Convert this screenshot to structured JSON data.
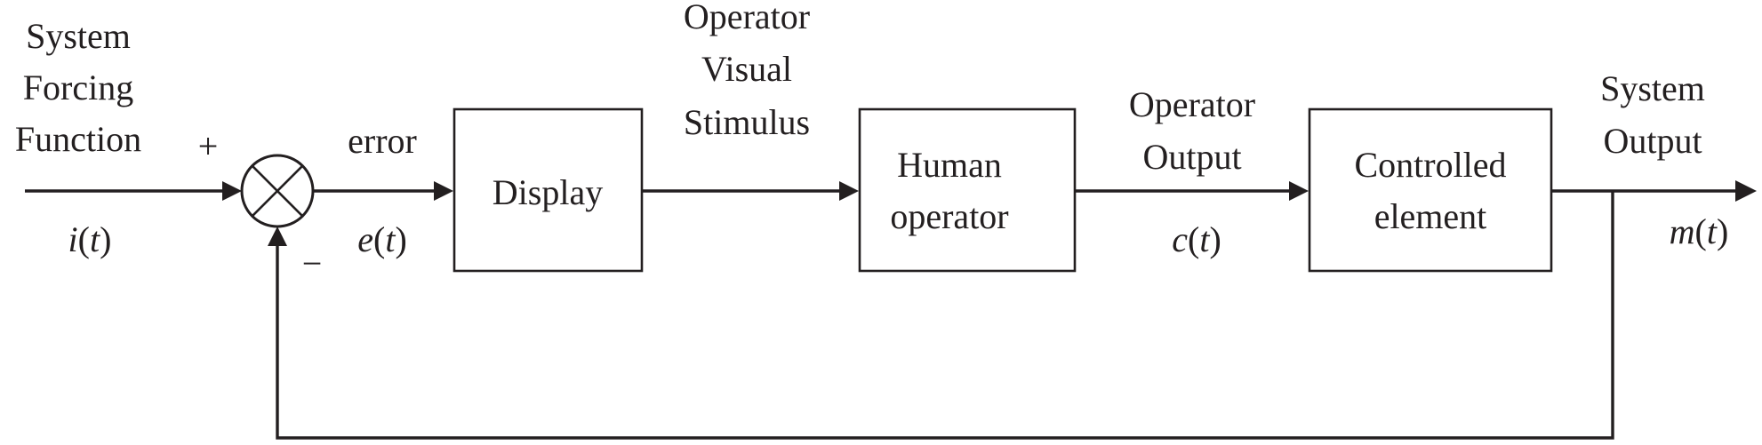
{
  "signals": {
    "input": {
      "label": [
        "System",
        "Forcing",
        "Function"
      ],
      "fn": "i",
      "arg": "t"
    },
    "plus_sign": "+",
    "minus_sign": "−",
    "error": {
      "label": "error",
      "fn": "e",
      "arg": "t"
    },
    "visual_stimulus": {
      "label": [
        "Operator",
        "Visual",
        "Stimulus"
      ]
    },
    "operator_output": {
      "label": [
        "Operator",
        "Output"
      ],
      "fn": "c",
      "arg": "t"
    },
    "system_output": {
      "label": [
        "System",
        "Output"
      ],
      "fn": "m",
      "arg": "t"
    }
  },
  "blocks": {
    "display": {
      "label": "Display"
    },
    "human_operator": {
      "label": [
        "Human",
        "operator"
      ]
    },
    "controlled_element": {
      "label": [
        "Controlled",
        "element"
      ]
    }
  }
}
